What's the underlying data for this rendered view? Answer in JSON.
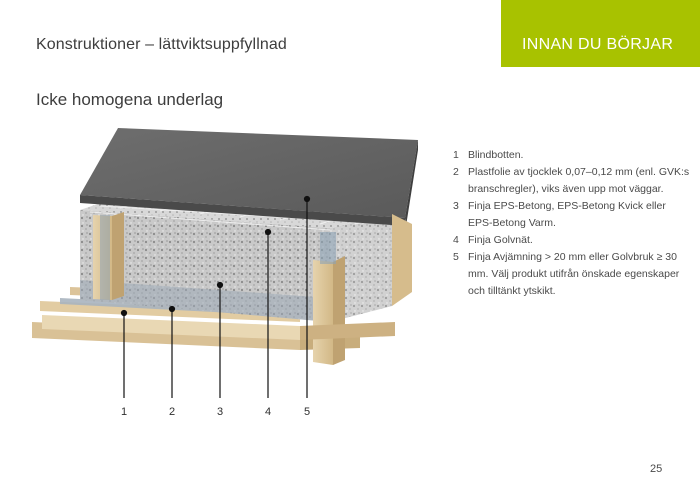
{
  "header": {
    "title": "Konstruktioner – lättviktsuppfyllnad",
    "tab_label": "INNAN DU BÖRJAR",
    "accent_color": "#a8c200"
  },
  "section": {
    "title": "Icke homogena underlag"
  },
  "diagram": {
    "callouts": [
      "1",
      "2",
      "3",
      "4",
      "5"
    ]
  },
  "legend": {
    "items": [
      {
        "num": "1",
        "text": "Blindbotten."
      },
      {
        "num": "2",
        "text": "Plastfolie av tjocklek 0,07–0,12 mm (enl. GVK:s branschregler), viks även upp mot väggar."
      },
      {
        "num": "3",
        "text": "Finja EPS-Betong, EPS-Betong Kvick eller EPS-Betong Varm."
      },
      {
        "num": "4",
        "text": "Finja Golvnät."
      },
      {
        "num": "5",
        "text": "Finja Avjämning > 20 mm eller Golvbruk ≥ 30 mm. Välj produkt utifrån önskade egenskaper och tilltänkt ytskikt."
      }
    ]
  },
  "footer": {
    "page_number": "25"
  }
}
